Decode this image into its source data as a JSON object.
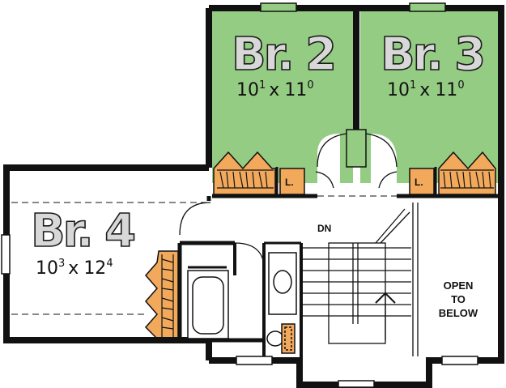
{
  "rooms": {
    "br2": {
      "name": "Br. 2",
      "dim_a": "10",
      "dim_a_sup": "1",
      "dim_x": "x",
      "dim_b": "11",
      "dim_b_sup": "0"
    },
    "br3": {
      "name": "Br. 3",
      "dim_a": "10",
      "dim_a_sup": "1",
      "dim_x": "x",
      "dim_b": "11",
      "dim_b_sup": "0"
    },
    "br4": {
      "name": "Br. 4",
      "dim_a": "10",
      "dim_a_sup": "3",
      "dim_x": "x",
      "dim_b": "12",
      "dim_b_sup": "4"
    }
  },
  "closets": {
    "left": "L.",
    "right": "L."
  },
  "stairs": {
    "label": "DN"
  },
  "open_area": {
    "line1": "OPEN",
    "line2": "TO",
    "line3": "BELOW"
  },
  "colors": {
    "bedroom_fill": "#95cc84",
    "closet_fill": "#f2a95c",
    "wall": "#111111",
    "window": "#95cc84"
  }
}
